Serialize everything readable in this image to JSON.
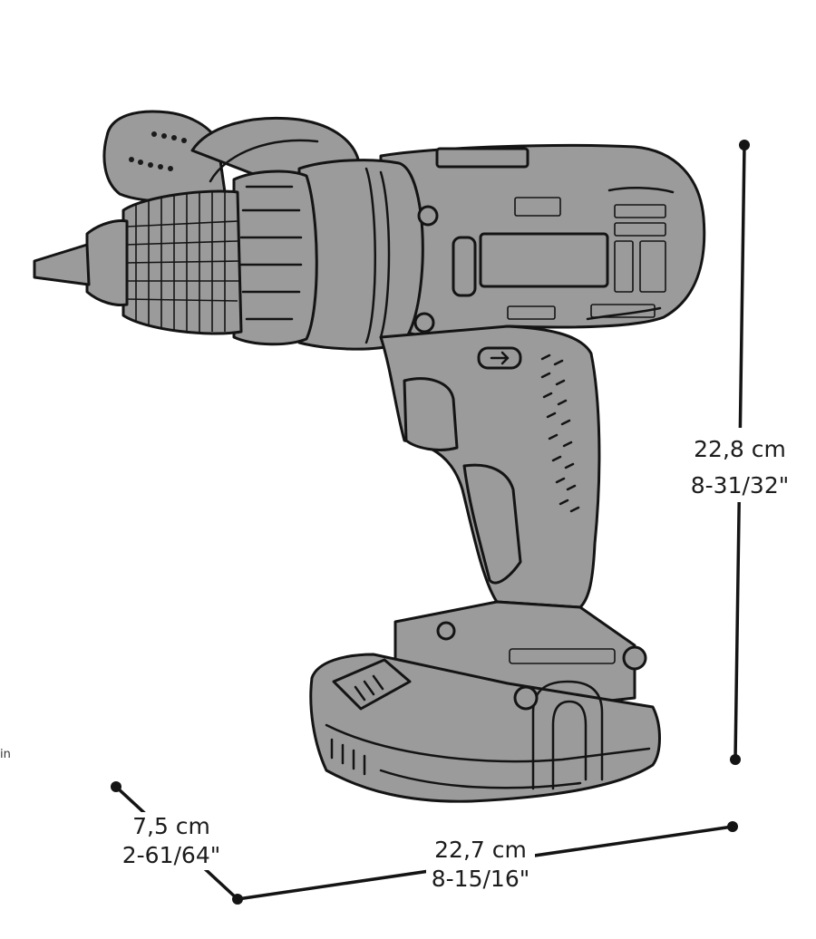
{
  "dimensions": {
    "height": {
      "metric": "22,8 cm",
      "imperial": "8-31/32\""
    },
    "length": {
      "metric": "22,7 cm",
      "imperial": "8-15/16\""
    },
    "width": {
      "metric": "7,5 cm",
      "imperial": "2-61/64\""
    }
  },
  "stray_label": "in",
  "colors": {
    "body": "#9b9b9b",
    "outline": "#141414",
    "background": "#ffffff"
  }
}
